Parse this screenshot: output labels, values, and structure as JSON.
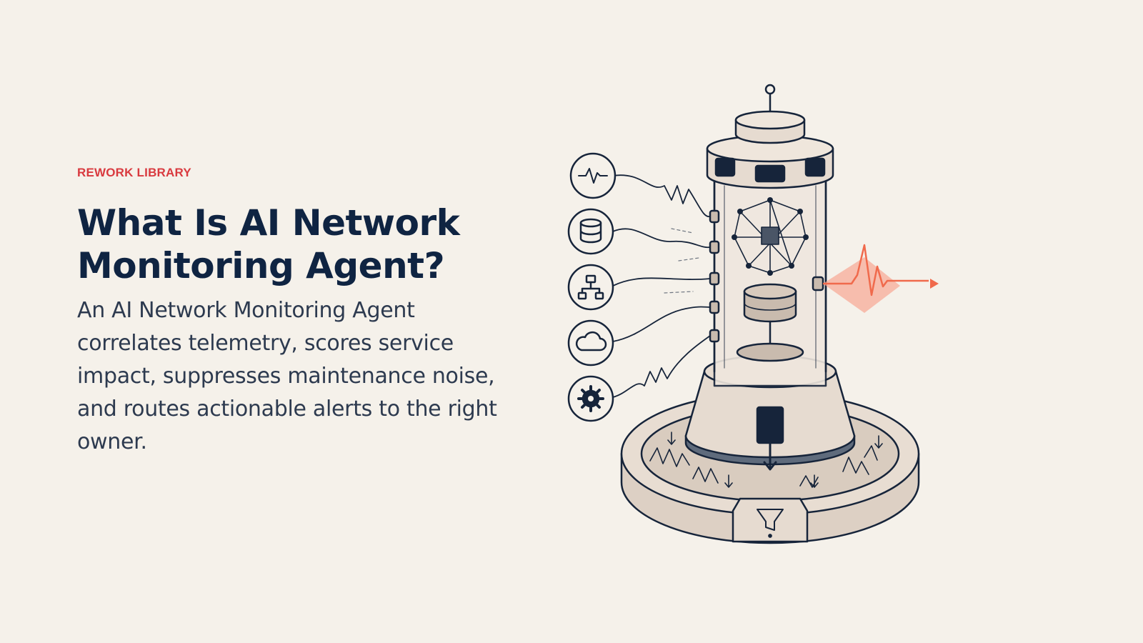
{
  "hero": {
    "eyebrow": "REWORK LIBRARY",
    "title_line1": "What Is AI Network",
    "title_line2": "Monitoring Agent?",
    "lead": "An AI Network Monitoring Agent correlates telemetry, scores service impact, suppresses maintenance noise, and routes actionable alerts to the right owner."
  },
  "illustration": {
    "input_icons": [
      "pulse-icon",
      "database-icon",
      "network-topology-icon",
      "cloud-icon",
      "gear-icon"
    ],
    "output": "alert-signal",
    "colors": {
      "ink": "#16243a",
      "body": "#e6dbd0",
      "accent": "#f06a4c"
    }
  }
}
